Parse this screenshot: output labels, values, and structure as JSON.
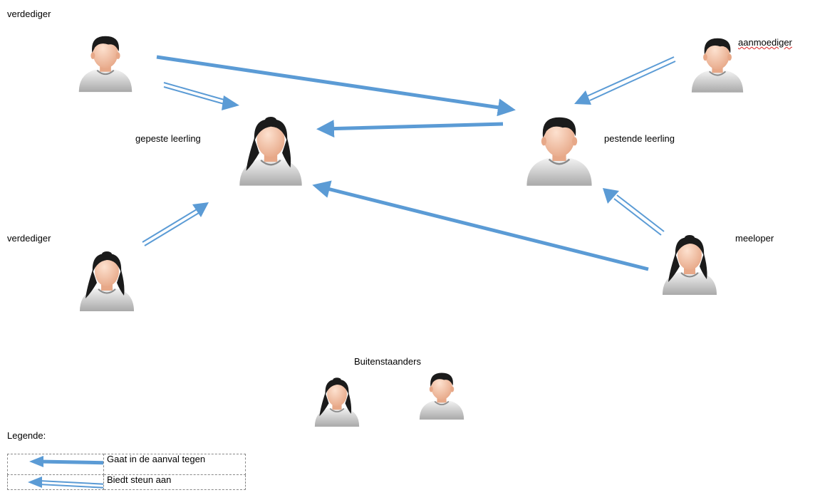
{
  "labels": {
    "defender_top": "verdediger",
    "encourager": "aanmoediger",
    "victim": "gepeste leerling",
    "bully": "pestende leerling",
    "defender_bottom": "verdediger",
    "follower": "meeloper",
    "outsiders": "Buitenstaanders",
    "legend_title": "Legende:"
  },
  "legend": {
    "attack": "Gaat in de aanval tegen",
    "support": "Biedt steun aan"
  },
  "colors": {
    "arrow": "#5b9bd5",
    "skin": "#f5c4a8",
    "hair": "#1b1b1b",
    "shirt": "#c8c8c8"
  }
}
